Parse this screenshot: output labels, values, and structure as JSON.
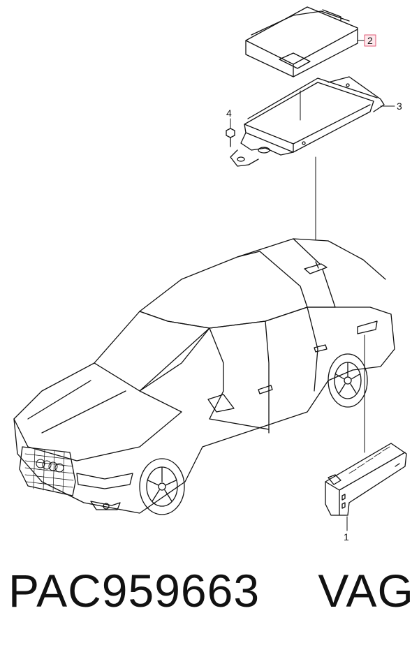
{
  "diagram": {
    "callouts": [
      {
        "id": "1",
        "label": "1",
        "highlighted": false
      },
      {
        "id": "2",
        "label": "2",
        "highlighted": true
      },
      {
        "id": "3",
        "label": "3",
        "highlighted": false
      },
      {
        "id": "4",
        "label": "4",
        "highlighted": false
      }
    ],
    "highlight_color": "#e05a76"
  },
  "caption": {
    "part_number": "PAC959663",
    "brand": "VAG"
  }
}
